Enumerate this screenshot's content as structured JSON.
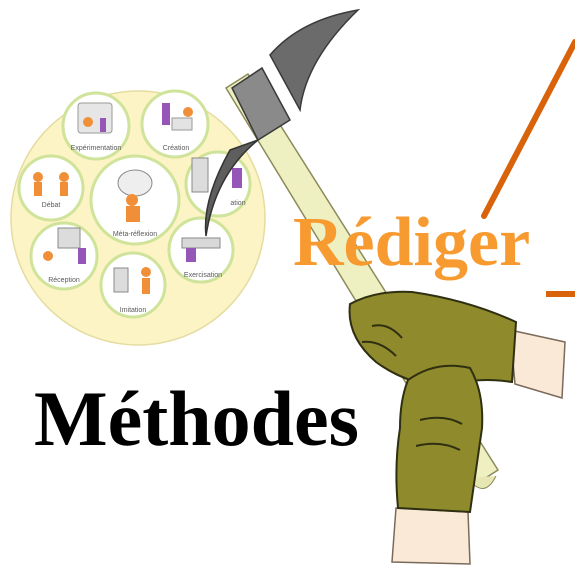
{
  "title_main": "Méthodes",
  "title_secondary": "Rédiger",
  "diagram": {
    "center_label": "Méta-réflexion",
    "nodes": [
      {
        "label": "Expérimentation"
      },
      {
        "label": "Création"
      },
      {
        "label": "Débat"
      },
      {
        "label": "ation"
      },
      {
        "label": "Réception"
      },
      {
        "label": "Exercisation"
      },
      {
        "label": "Imitation"
      }
    ]
  },
  "colors": {
    "redige_orange": "#f79a30",
    "stick_orange": "#d9630a",
    "circle_fill": "#fcf4c4",
    "circle_ring": "#d8e7a6",
    "glove_green": "#8f8a2b",
    "pick_grey": "#6b6b6b",
    "handle_cream": "#eef0c2"
  },
  "icons": [
    "pickaxe-icon",
    "gloved-hands-icon",
    "pointer-stick-icon"
  ]
}
